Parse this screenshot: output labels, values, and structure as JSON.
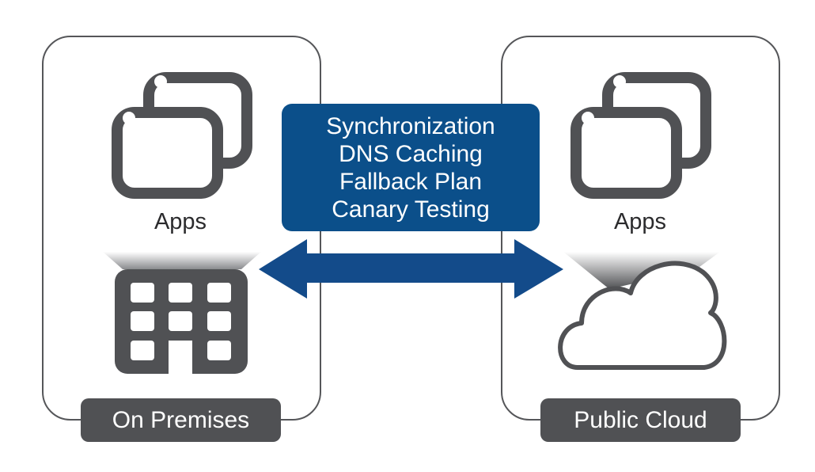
{
  "left_panel": {
    "label": "On Premises",
    "apps_label": "Apps",
    "icon": "building-icon"
  },
  "right_panel": {
    "label": "Public Cloud",
    "apps_label": "Apps",
    "icon": "cloud-icon"
  },
  "center_box": {
    "items": [
      "Synchronization",
      "DNS Caching",
      "Fallback Plan",
      "Canary Testing"
    ]
  },
  "connector": {
    "type": "bidirectional-arrow"
  },
  "colors": {
    "accent_blue": "#0b4f8a",
    "arrow_blue": "#134b8a",
    "icon_gray": "#505154",
    "outline_gray": "#555659"
  }
}
